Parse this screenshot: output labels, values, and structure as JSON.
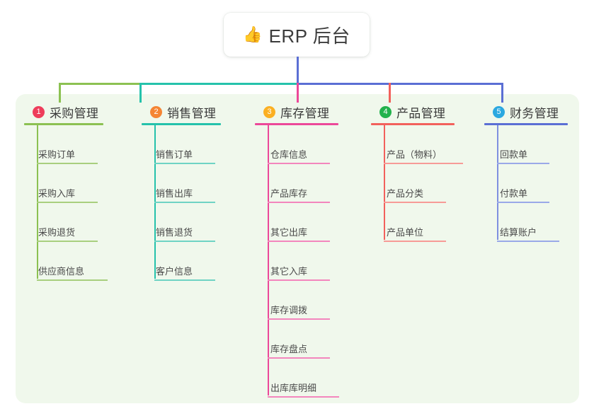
{
  "diagram": {
    "type": "org-tree",
    "title": "ERP 后台",
    "root": {
      "icon": "thumbs-up-icon",
      "emoji": "👍",
      "label": "ERP 后台"
    },
    "panel_background": "#f0f8ec",
    "branches": [
      {
        "number": "1",
        "label": "采购管理",
        "badge_color": "#ee3d5b",
        "line_color": "#8cc152",
        "items": [
          "采购订单",
          "采购入库",
          "采购退货",
          "供应商信息"
        ]
      },
      {
        "number": "2",
        "label": "销售管理",
        "badge_color": "#f58534",
        "line_color": "#25c2ab",
        "items": [
          "销售订单",
          "销售出库",
          "销售退货",
          "客户信息"
        ]
      },
      {
        "number": "3",
        "label": "库存管理",
        "badge_color": "#fbb023",
        "line_color": "#ec4899",
        "items": [
          "仓库信息",
          "产品库存",
          "其它出库",
          "其它入库",
          "库存调拨",
          "库存盘点",
          "出库库明细"
        ]
      },
      {
        "number": "4",
        "label": "产品管理",
        "badge_color": "#22b24c",
        "line_color": "#f2615c",
        "items": [
          "产品（物料）",
          "产品分类",
          "产品单位"
        ]
      },
      {
        "number": "5",
        "label": "财务管理",
        "badge_color": "#2ba8e0",
        "line_color": "#5b6fd4",
        "items": [
          "回款单",
          "付款单",
          "结算账户"
        ]
      }
    ],
    "trunk_color": "#5b6fd4"
  }
}
